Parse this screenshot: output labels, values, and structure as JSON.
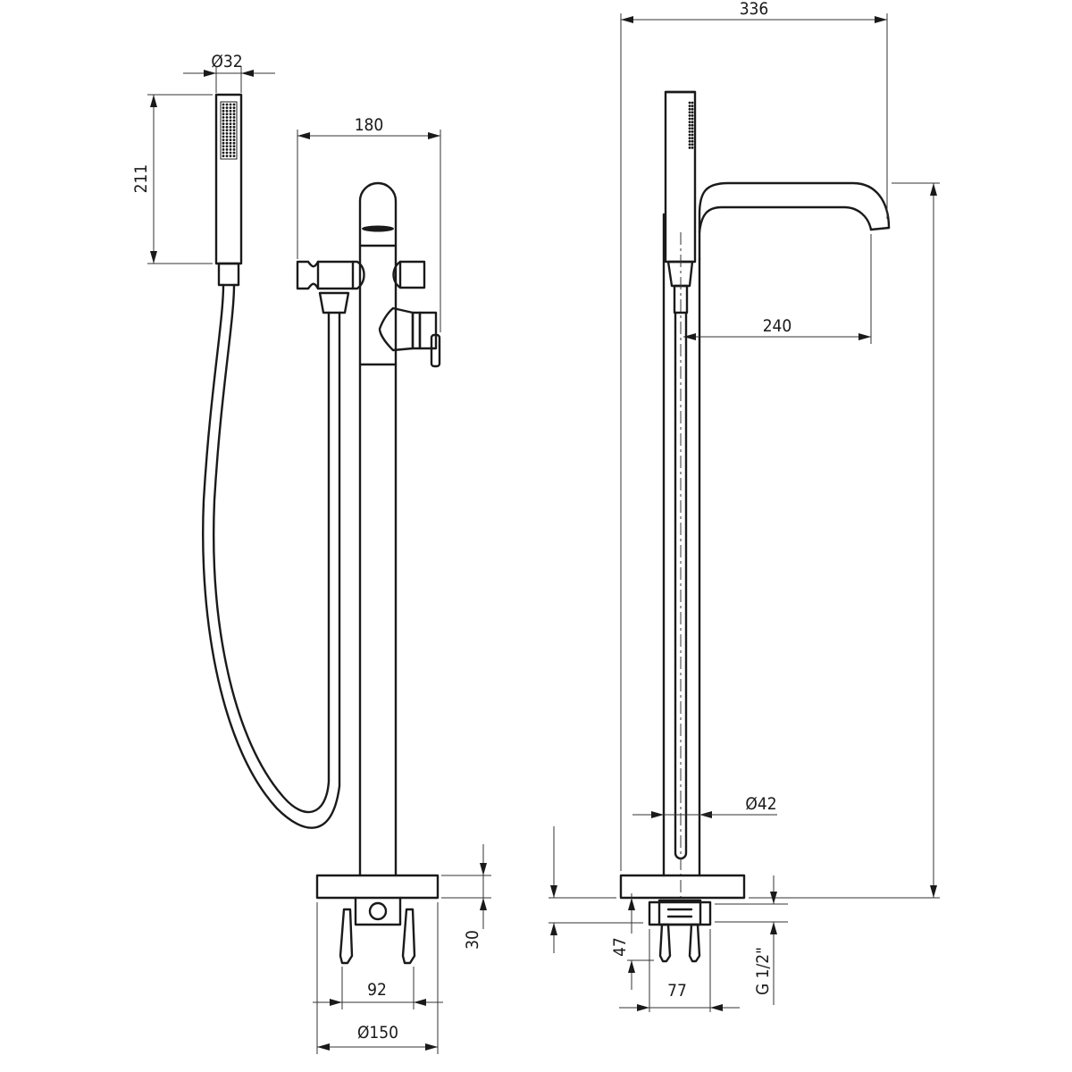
{
  "drawing": {
    "title": "Freestanding bath mixer technical drawing",
    "dimensions": {
      "hand_shower_diameter": "Ø32",
      "hand_shower_length": "211",
      "side_width": "180",
      "total_depth": "336",
      "spout_reach": "240",
      "column_diameter": "Ø42",
      "base_height": "30",
      "fixing_spacing": "92",
      "base_diameter": "Ø150",
      "fixing_depth": "47",
      "bracket_width": "77",
      "connection_thread": "G 1/2\""
    },
    "colors": {
      "line": "#1a1a1a",
      "background": "#ffffff"
    }
  }
}
